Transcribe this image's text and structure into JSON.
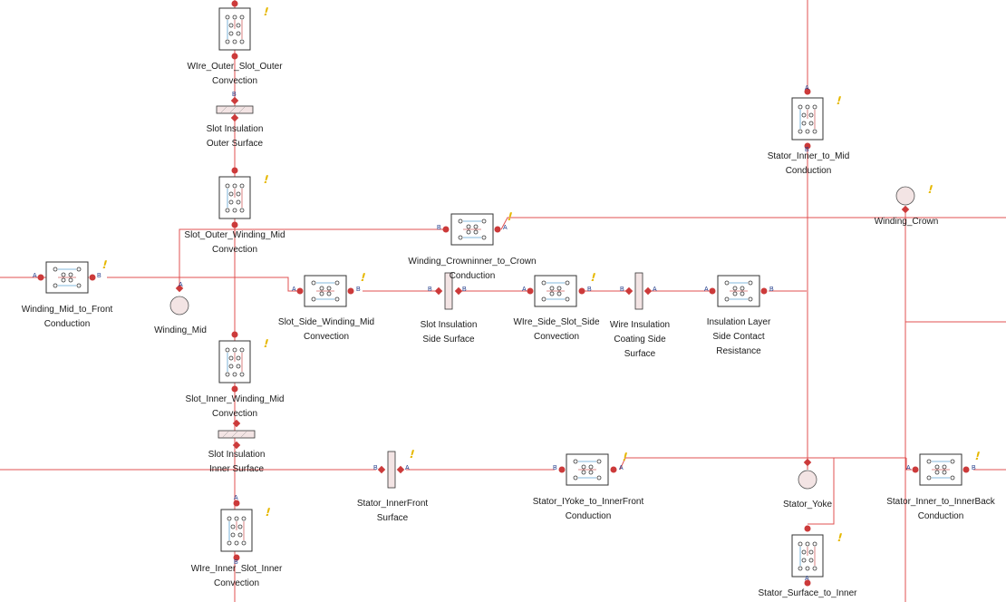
{
  "colors": {
    "wire": "#e05050",
    "node": "#cc3a3a",
    "block": "#ffffff",
    "blockBorder": "#333333",
    "warn": "#e6b800",
    "junction": "#f3e4e4"
  },
  "warning_glyph": "!",
  "port_letters": {
    "a": "A",
    "b": "B"
  },
  "blocks": [
    {
      "id": "wire-outer-slot-outer",
      "lines": [
        "WIre_Outer_Slot_Outer",
        "Convection"
      ]
    },
    {
      "id": "slot-outer-winding-mid",
      "lines": [
        "Slot_Outer_Winding_Mid",
        "Convection"
      ]
    },
    {
      "id": "slot-inner-winding-mid",
      "lines": [
        "Slot_Inner_Winding_Mid",
        "Convection"
      ]
    },
    {
      "id": "wire-inner-slot-inner",
      "lines": [
        "WIre_Inner_Slot_Inner",
        "Convection"
      ]
    },
    {
      "id": "winding-mid-to-front",
      "lines": [
        "Winding_Mid_to_Front",
        "Conduction"
      ]
    },
    {
      "id": "slot-side-winding-mid",
      "lines": [
        "Slot_Side_Winding_Mid",
        "Convection"
      ]
    },
    {
      "id": "winding-crowninner-to-crown",
      "lines": [
        "Winding_Crowninner_to_Crown",
        "Conduction"
      ]
    },
    {
      "id": "wire-side-slot-side",
      "lines": [
        "WIre_Side_Slot_Side",
        "Convection"
      ]
    },
    {
      "id": "insulation-layer-side",
      "lines": [
        "Insulation Layer",
        "Side Contact",
        "Resistance"
      ]
    },
    {
      "id": "stator-inner-to-mid",
      "lines": [
        "Stator_Inner_to_Mid",
        "Conduction"
      ]
    },
    {
      "id": "stator-iyoke-to-innerfront",
      "lines": [
        "Stator_IYoke_to_InnerFront",
        "Conduction"
      ]
    },
    {
      "id": "stator-inner-to-innerback",
      "lines": [
        "Stator_Inner_to_InnerBack",
        "Conduction"
      ]
    },
    {
      "id": "stator-surface-to-inner",
      "lines": [
        "Stator_Surface_to_Inner"
      ]
    }
  ],
  "surfaces": [
    {
      "id": "slot-insulation-outer",
      "lines": [
        "Slot Insulation",
        "Outer Surface"
      ]
    },
    {
      "id": "slot-insulation-inner",
      "lines": [
        "Slot Insulation",
        "Inner Surface"
      ]
    },
    {
      "id": "slot-insulation-side",
      "lines": [
        "Slot Insulation",
        "Side Surface"
      ]
    },
    {
      "id": "wire-insulation-coating",
      "lines": [
        "Wire Insulation",
        "Coating Side",
        "Surface"
      ]
    },
    {
      "id": "stator-innerfront-surface",
      "lines": [
        "Stator_InnerFront",
        "Surface"
      ]
    }
  ],
  "nodes": [
    {
      "id": "winding-mid",
      "label": "Winding_Mid"
    },
    {
      "id": "winding-crown",
      "label": "Winding_Crown"
    },
    {
      "id": "stator-yoke",
      "label": "Stator_Yoke"
    }
  ]
}
